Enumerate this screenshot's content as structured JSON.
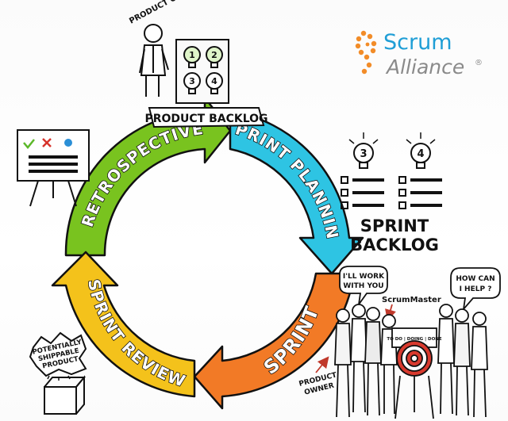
{
  "logo": {
    "line1": "Scrum",
    "line2": "Alliance",
    "reg": "®"
  },
  "product_backlog": {
    "owner_label": "PRODUCT OWNER",
    "title": "PRODUCT BACKLOG",
    "bulb_numbers": [
      "1",
      "2",
      "3",
      "4"
    ]
  },
  "cycle": {
    "phases": [
      "RETROSPECTIVE",
      "SPRINT PLANNING",
      "SPRINT",
      "SPRINT REVIEW"
    ],
    "colors": {
      "retro": "#79c31f",
      "planning": "#2ec4e3",
      "sprint": "#f27a26",
      "review": "#f4c21b"
    }
  },
  "sprint_backlog": {
    "title_line1": "SPRINT",
    "title_line2": "BACKLOG",
    "bulb_numbers": [
      "3",
      "4"
    ]
  },
  "increment": {
    "line1": "POTENTIALLY",
    "line2": "SHIPPABLE",
    "line3": "PRODUCT"
  },
  "team": {
    "bubble_left": {
      "line1": "I'LL WORK",
      "line2": "WITH YOU"
    },
    "bubble_right": {
      "line1": "HOW CAN",
      "line2": "I HELP ?"
    },
    "scrum_master_label": "ScrumMaster",
    "board_text": "TO DO | DOING | DONE",
    "owner_line1": "PRODUCT",
    "owner_line2": "OWNER"
  }
}
